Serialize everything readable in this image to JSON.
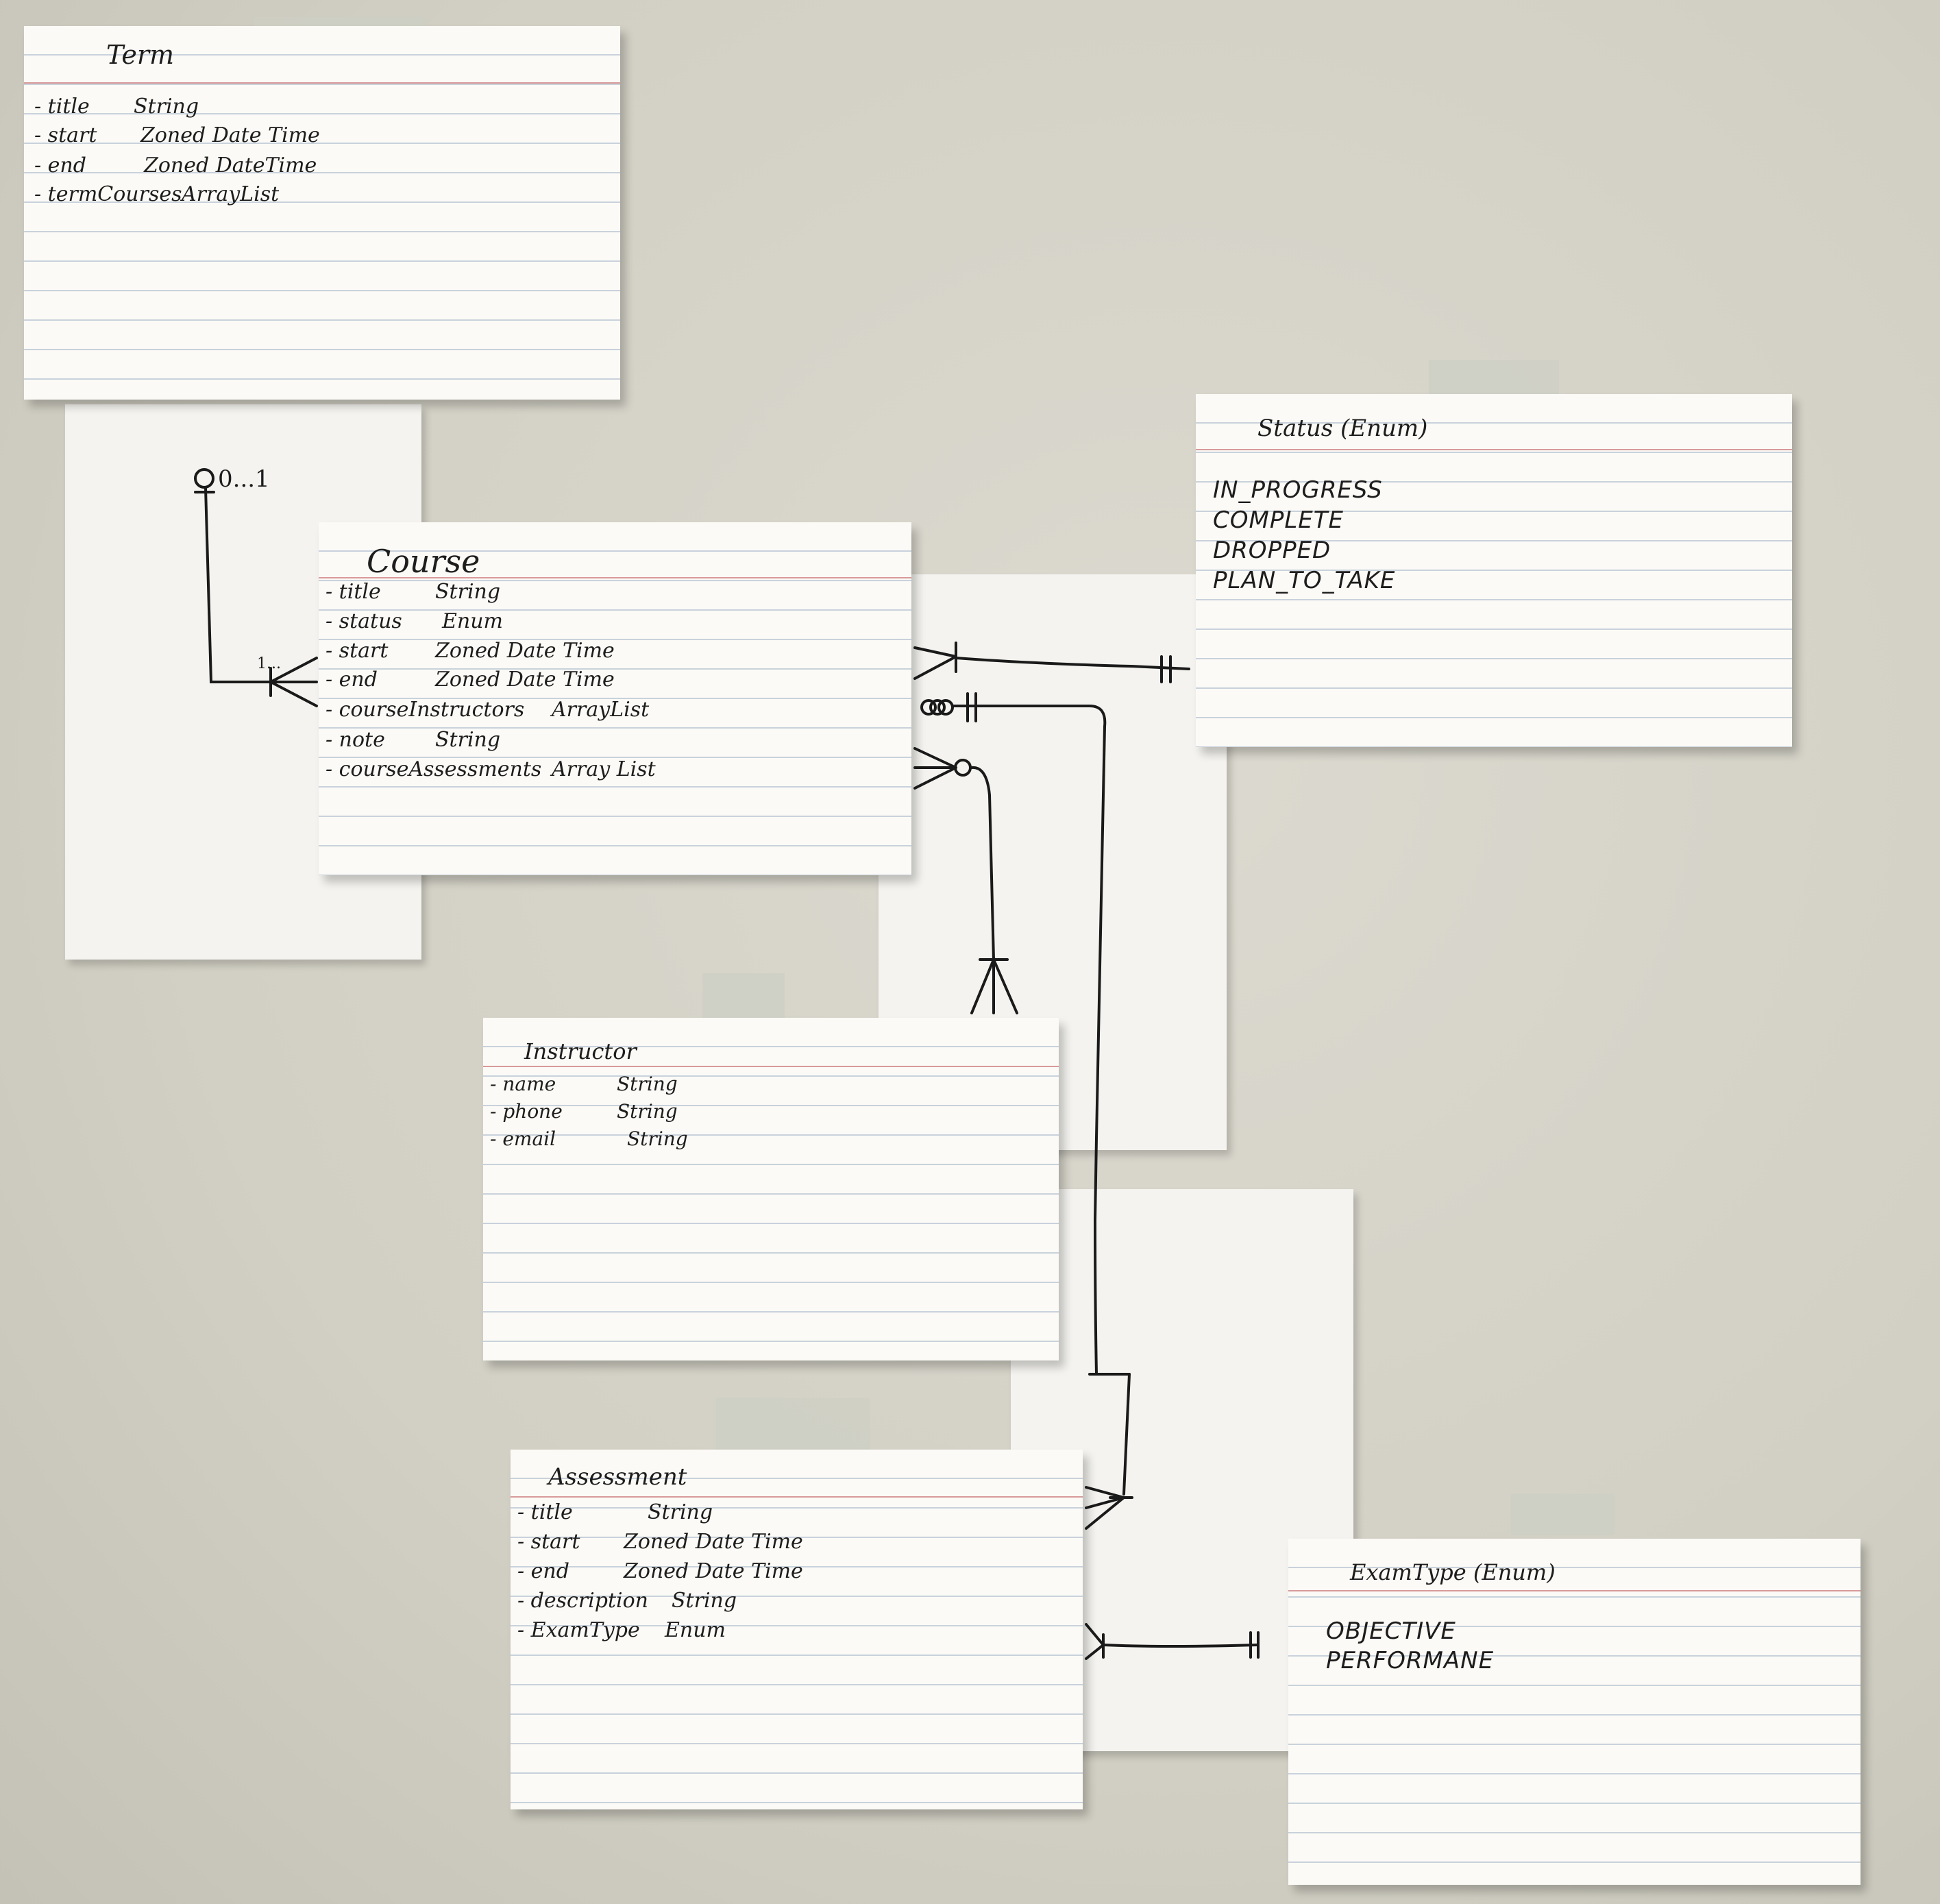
{
  "cards": {
    "term": {
      "title": "Term",
      "fields": [
        {
          "name": "- title",
          "type": "String"
        },
        {
          "name": "- start",
          "type": "Zoned Date Time"
        },
        {
          "name": "- end",
          "type": "Zoned DateTime"
        },
        {
          "name": "- termCourses",
          "type": "ArrayList"
        }
      ]
    },
    "course": {
      "title": "Course",
      "fields": [
        {
          "name": "- title",
          "type": "String"
        },
        {
          "name": "- status",
          "type": "Enum"
        },
        {
          "name": "- start",
          "type": "Zoned Date Time"
        },
        {
          "name": "- end",
          "type": "Zoned Date Time"
        },
        {
          "name": "- courseInstructors",
          "type": "ArrayList"
        },
        {
          "name": "- note",
          "type": "String"
        },
        {
          "name": "- courseAssessments",
          "type": "Array List"
        }
      ]
    },
    "status": {
      "title": "Status (Enum)",
      "values": [
        "IN_PROGRESS",
        "COMPLETE",
        "DROPPED",
        "PLAN_TO_TAKE"
      ]
    },
    "instructor": {
      "title": "Instructor",
      "fields": [
        {
          "name": "- name",
          "type": "String"
        },
        {
          "name": "- phone",
          "type": "String"
        },
        {
          "name": "- email",
          "type": "String"
        }
      ]
    },
    "assessment": {
      "title": "Assessment",
      "fields": [
        {
          "name": "- title",
          "type": "String"
        },
        {
          "name": "- start",
          "type": "Zoned Date Time"
        },
        {
          "name": "- end",
          "type": "Zoned Date Time"
        },
        {
          "name": "- description",
          "type": "String"
        },
        {
          "name": "- ExamType",
          "type": "Enum"
        }
      ]
    },
    "examtype": {
      "title": "ExamType (Enum)",
      "values": [
        "OBJECTIVE",
        "PERFORMANE"
      ]
    }
  },
  "multiplicities": {
    "term_side": "0...1",
    "course_side": "1..."
  }
}
